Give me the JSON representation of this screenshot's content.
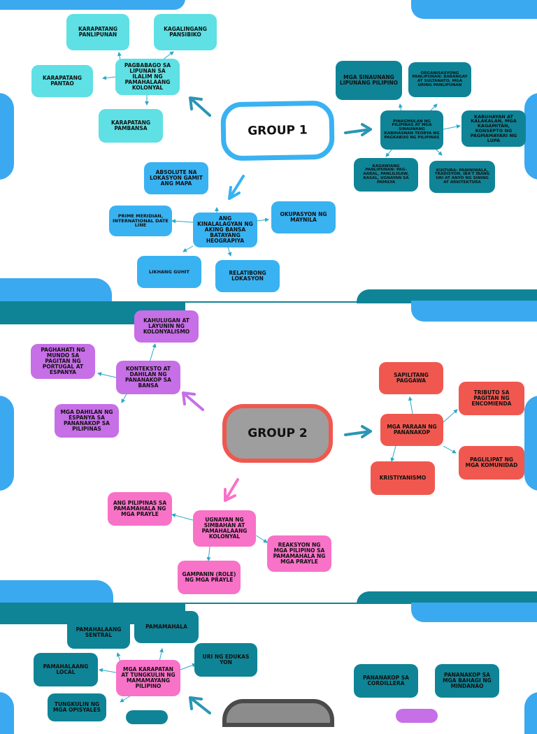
{
  "group1": {
    "title": "GROUP 1",
    "nodes": {
      "karapatang_panlipunan": "KARAPATANG PANLIPUNAN",
      "kagalingang_pansibiko": "KAGALINGANG PANSIBIKO",
      "karapatang_pantao": "KARAPATANG PANTAO",
      "pagbabago": "PAGBABAGO SA LIPUNAN SA ILALIM NG PAMAHALAANG KOLONYAL",
      "karapatang_pambansa": "KARAPATANG PAMBANSA",
      "sinaunang_lipunan": "MGA SINAUNANG LIPUNANG PILIPINO",
      "organisasyong": "ORGANISASYONG PANLIPUNAN: BARANGAY AT SULTANATO, MGA URING PANLIPUNAN",
      "pinagmulan": "PINAGMULAN NG PILIPINAS AT MGA SINAUNANG KABIHASNAN TEORYA NG PAGKABUO NG PILIPINAS",
      "kabuhayan": "KABUHAYAN AT KALAKALAN, MGA KAGAMITAN, KONSEPTO NG PAGMAMAYARI NG LUPA",
      "kagawiang": "KAGAWIANG PANLIPUNAN: PAG-AARAL, PANLILIGAW, KASAL, UGNAYAN SA PAMILYA",
      "kultura": "KULTURA: PANINIWALA, TRADISYON, IBA'T IBANG URI AT ANYO NG SINING AT ARKITEKTURA",
      "absolute": "ABSOLUTE NA LOKASYON GAMIT ANG MAPA",
      "prime_meridian": "PRIME MERIDIAN, INTERNATIONAL DATE LINE",
      "kinalalagyan": "ANG KINALALAGYAN NG AKING BANSA BATAYANG HEOGRAPIYA",
      "okupasyon": "OKUPASYON NG MAYNILA",
      "likhang_guhit": "LIKHANG GUHIT",
      "relatibong": "RELATIBONG LOKASYON"
    }
  },
  "group2": {
    "title": "GROUP 2",
    "nodes": {
      "kahulugan": "KAHULUGAN AT LAYUNIN NG KOLONYALISMO",
      "paghahati": "PAGHAHATI NG MUNDO SA PAGITAN NG PORTUGAL AT ESPANYA",
      "konteksto": "KONTEKSTO AT DAHILAN NG PANANAKOP SA BANSA",
      "mga_dahilan": "MGA DAHILAN NG ESPANYA SA PANANAKOP SA PILIPINAS",
      "sapilitang": "SAPILITANG PAGGAWA",
      "tributo": "TRIBUTO SA PAGITAN NG ENCOMIENDA",
      "mga_paraan": "MGA PARAAN NG PANANAKOP",
      "paglilipat": "PAGLILIPAT NG MGA KOMUNIDAD",
      "kristiyanismo": "KRISTIYANISMO",
      "ang_pilipinas": "ANG PILIPINAS SA PAMAMAHALA NG MGA PRAYLE",
      "ugnayan": "UGNAYAN NG SIMBAHAN AT PAMAHALAANG KOLONYAL",
      "reaksyon": "REAKSYON NG MGA PILIPINO SA PAMAMAHALA NG MGA PRAYLE",
      "gampanin": "GAMPANIN (ROLE) NG MGA PRAYLE"
    }
  },
  "group3": {
    "nodes": {
      "pamahalaang_sentral": "PAMAHALAANG SENTRAL",
      "pamamahala": "PAMAMAHALA",
      "pamahalaang_local": "PAMAHALAANG LOCAL",
      "mga_karapatan": "MGA KARAPATAN AT TUNGKULIN NG MAMAMAYANG PILIPINO",
      "uri_ng_edukasyon": "URI NG EDUKAS YON",
      "tungkulin": "TUNGKULIN NG MGA OPISYALES",
      "pananakop_cordillera": "PANANAKOP SA CORDILLERA",
      "pananakop_mindanao": "PANANAKOP SA MGA BAHAGI NG MINDANAO"
    }
  },
  "colors": {
    "cyan": "#5ee0e4",
    "teal": "#0f8496",
    "blue": "#39b2f2",
    "purple": "#c66fe6",
    "red": "#f0584f",
    "pink": "#f872c8",
    "group2_center_fill": "#9e9e9e"
  }
}
